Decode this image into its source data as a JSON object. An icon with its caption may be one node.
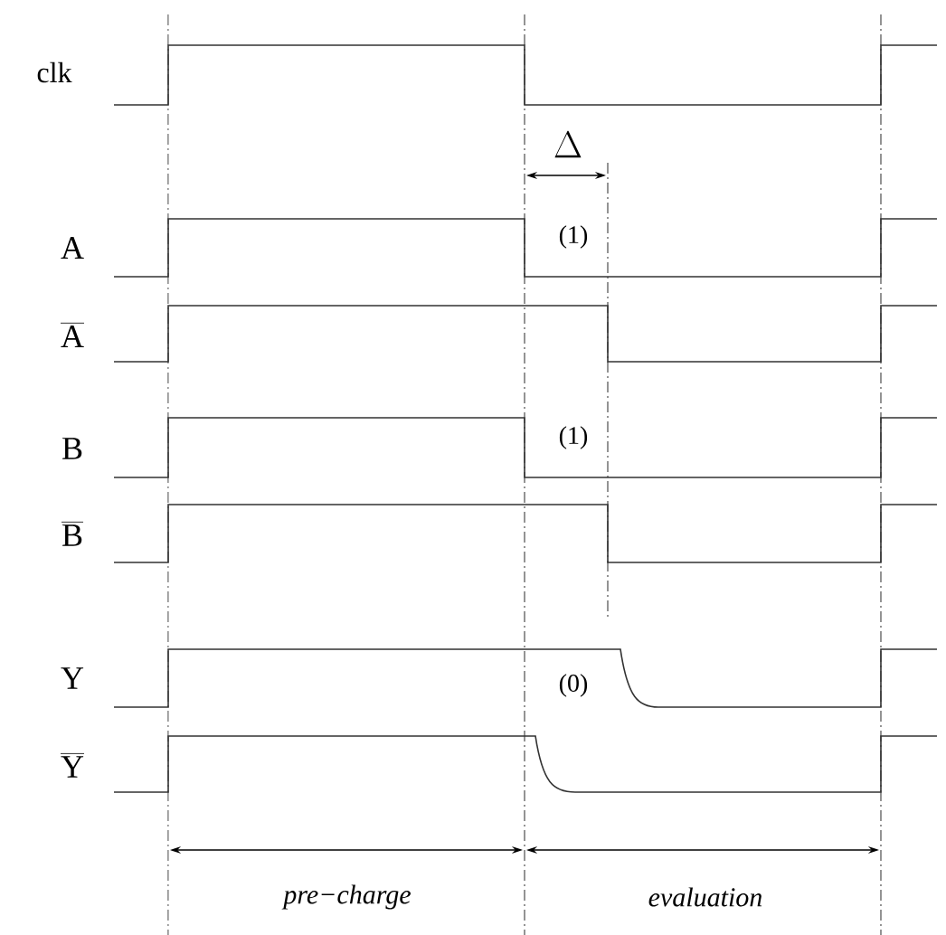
{
  "diagram": {
    "labels": [
      "clk",
      "\\Delta",
      "A",
      "(1)",
      "\\overline{\\mathrm{A}}",
      "B",
      "(1)",
      "\\overline{\\mathrm{B}}",
      "Y",
      "(0)",
      "\\overline{\\mathrm{Y}}",
      "pre−charge",
      "evaluation"
    ]
  }
}
